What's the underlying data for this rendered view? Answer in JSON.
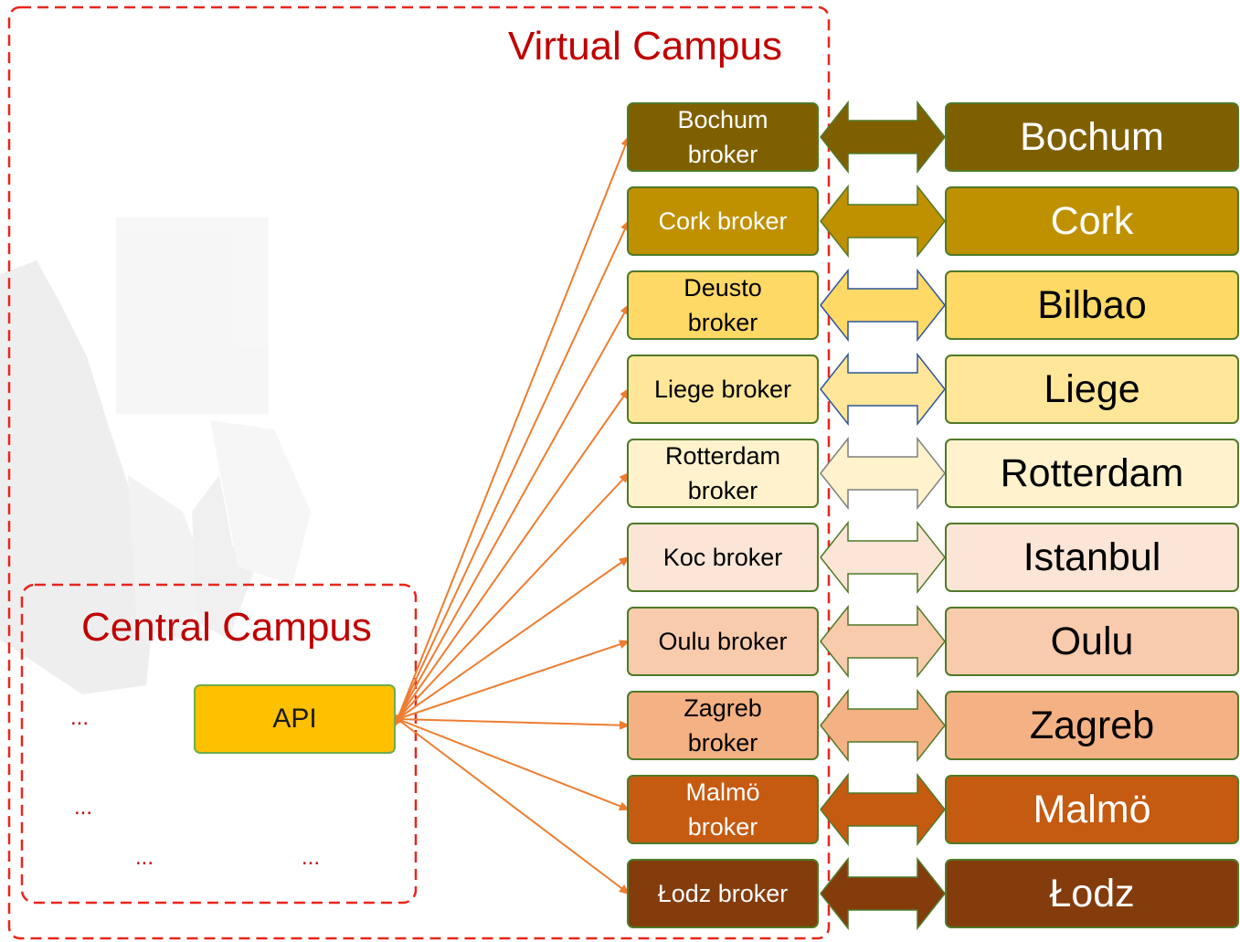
{
  "virtual_campus_label": "Virtual Campus",
  "central_campus_label": "Central Campus",
  "api_label": "API",
  "ellipsis": [
    "...",
    "...",
    "...",
    "..."
  ],
  "colors": {
    "dashed_border": "#e8261c",
    "campus_text": "#c00000",
    "connector": "#ed7d31",
    "box_border": "#4f7a28",
    "api_fill": "#ffc000"
  },
  "rows": [
    {
      "broker": "Bochum\nbroker",
      "city": "Bochum",
      "fill": "#7f6000",
      "text": "#ffffff",
      "arrow_fill": "#7f6000",
      "arrow_stroke": "#4f7a28"
    },
    {
      "broker": "Cork broker",
      "city": "Cork",
      "fill": "#bf9000",
      "text": "#ffffff",
      "arrow_fill": "#bf9000",
      "arrow_stroke": "#4f7a28"
    },
    {
      "broker": "Deusto\nbroker",
      "city": "Bilbao",
      "fill": "#ffd966",
      "text": "#000000",
      "arrow_fill": "#ffd966",
      "arrow_stroke": "#2f5597"
    },
    {
      "broker": "Liege broker",
      "city": "Liege",
      "fill": "#ffe699",
      "text": "#000000",
      "arrow_fill": "#ffe699",
      "arrow_stroke": "#2f5597"
    },
    {
      "broker": "Rotterdam\nbroker",
      "city": "Rotterdam",
      "fill": "#fff2cc",
      "text": "#000000",
      "arrow_fill": "#fff2cc",
      "arrow_stroke": "#7f7f7f"
    },
    {
      "broker": "Koc broker",
      "city": "Istanbul",
      "fill": "#fbe5d6",
      "text": "#000000",
      "arrow_fill": "#fbe5d6",
      "arrow_stroke": "#4f7a28"
    },
    {
      "broker": "Oulu broker",
      "city": "Oulu",
      "fill": "#f8cbad",
      "text": "#000000",
      "arrow_fill": "#f8cbad",
      "arrow_stroke": "#4f7a28"
    },
    {
      "broker": "Zagreb\nbroker",
      "city": "Zagreb",
      "fill": "#f4b183",
      "text": "#000000",
      "arrow_fill": "#f4b183",
      "arrow_stroke": "#4f7a28"
    },
    {
      "broker": "Malmö\nbroker",
      "city": "Malmö",
      "fill": "#c55a11",
      "text": "#ffffff",
      "arrow_fill": "#c55a11",
      "arrow_stroke": "#4f7a28"
    },
    {
      "broker": "Łodz broker",
      "city": "Łodz",
      "fill": "#843c0c",
      "text": "#ffffff",
      "arrow_fill": "#843c0c",
      "arrow_stroke": "#4f7a28"
    }
  ]
}
